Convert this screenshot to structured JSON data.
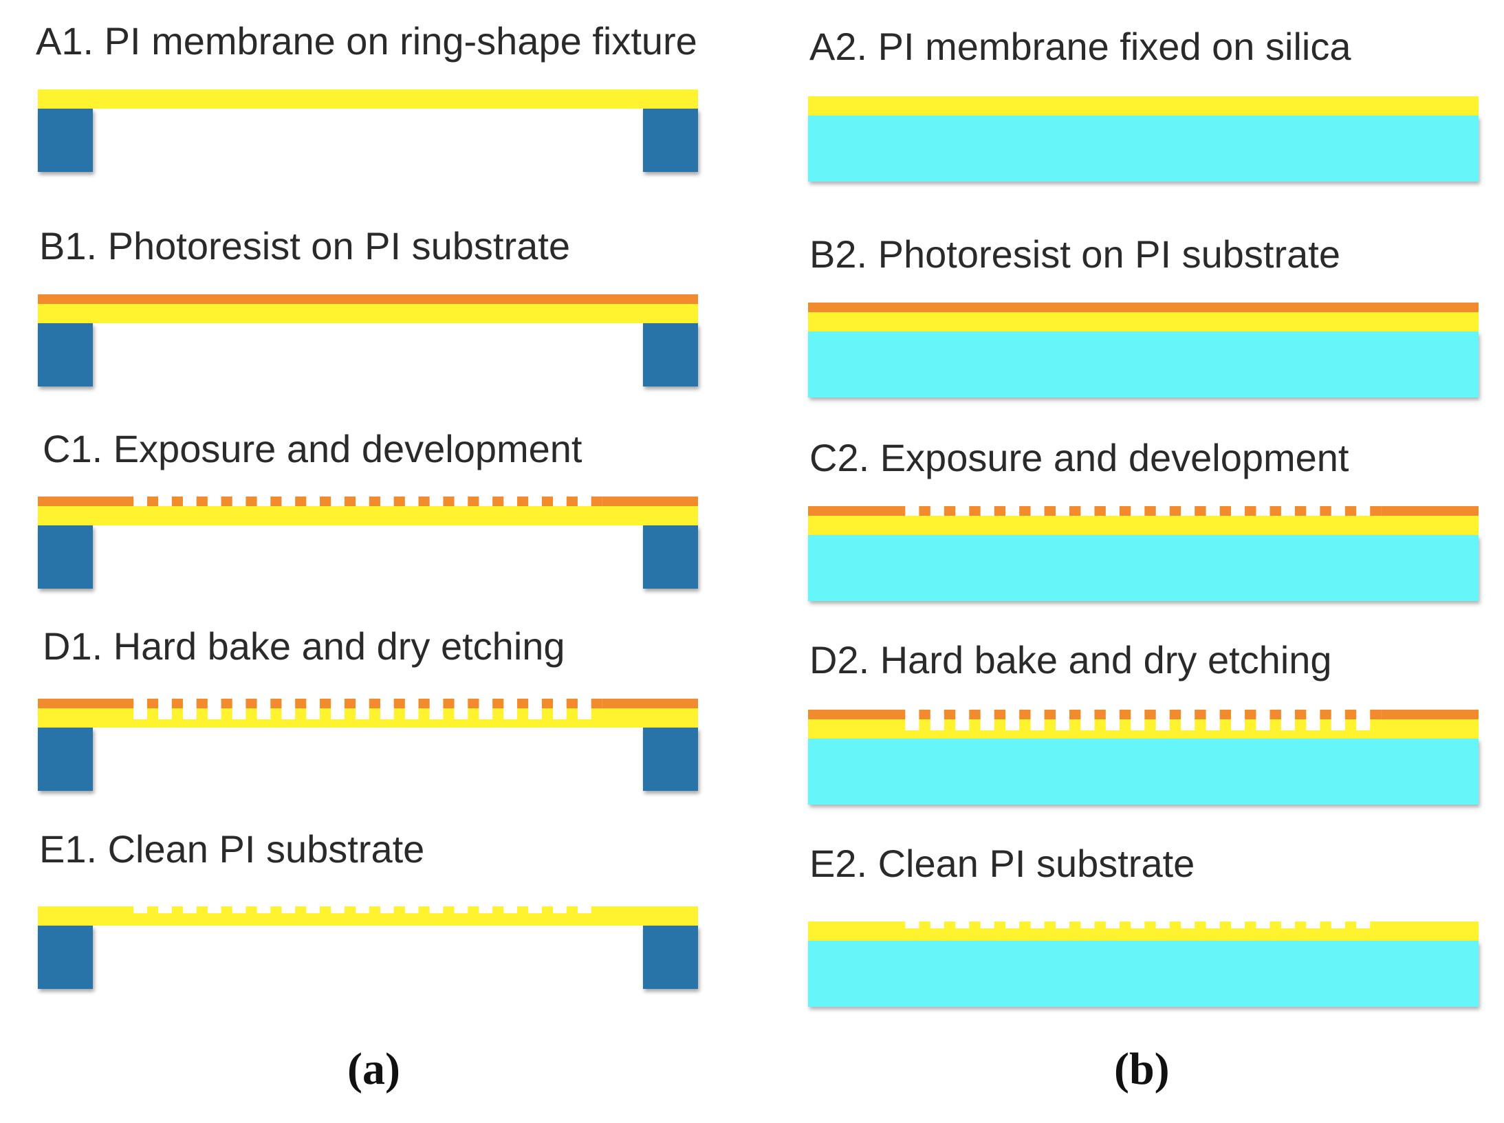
{
  "colors": {
    "pi_membrane": "#FFF22E",
    "photoresist": "#F28A2E",
    "ring_fixture": "#2874A8",
    "silica": "#66F6FA"
  },
  "panels": [
    {
      "caption": "(a)",
      "substrate": "ring-fixture",
      "steps": [
        {
          "label": "A1. PI membrane on ring-shape fixture",
          "photoresist": "none",
          "pi": "flat"
        },
        {
          "label": "B1. Photoresist on PI substrate",
          "photoresist": "full",
          "pi": "flat"
        },
        {
          "label": "C1. Exposure and development",
          "photoresist": "patterned",
          "pi": "flat"
        },
        {
          "label": "D1. Hard bake and dry etching",
          "photoresist": "patterned",
          "pi": "etched"
        },
        {
          "label": "E1. Clean PI substrate",
          "photoresist": "none",
          "pi": "etched"
        }
      ]
    },
    {
      "caption": "(b)",
      "substrate": "silica",
      "steps": [
        {
          "label": "A2. PI membrane fixed on silica",
          "photoresist": "none",
          "pi": "flat"
        },
        {
          "label": "B2. Photoresist on PI substrate",
          "photoresist": "full",
          "pi": "flat"
        },
        {
          "label": "C2. Exposure and development",
          "photoresist": "patterned",
          "pi": "flat"
        },
        {
          "label": "D2. Hard bake and dry etching",
          "photoresist": "patterned",
          "pi": "etched"
        },
        {
          "label": "E2. Clean PI substrate",
          "photoresist": "none",
          "pi": "etched"
        }
      ]
    }
  ]
}
